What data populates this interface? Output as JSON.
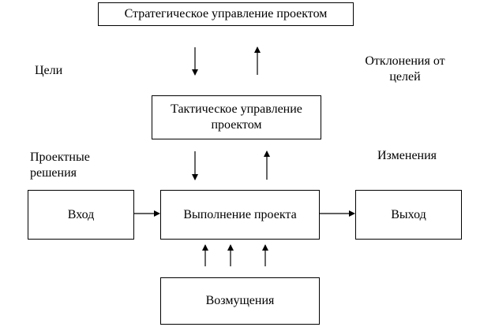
{
  "boxes": {
    "strategic": "Стратегическое управление  проектом",
    "tactical_line1": "Тактическое управление",
    "tactical_line2": "проектом",
    "input": "Вход",
    "execution": "Выполнение проекта",
    "output": "Выход",
    "disturbances": "Возмущения"
  },
  "labels": {
    "goals": "Цели",
    "deviations_line1": "Отклонения от",
    "deviations_line2": "целей",
    "decisions_line1": "Проектные",
    "decisions_line2": "решения",
    "changes": "Изменения"
  }
}
